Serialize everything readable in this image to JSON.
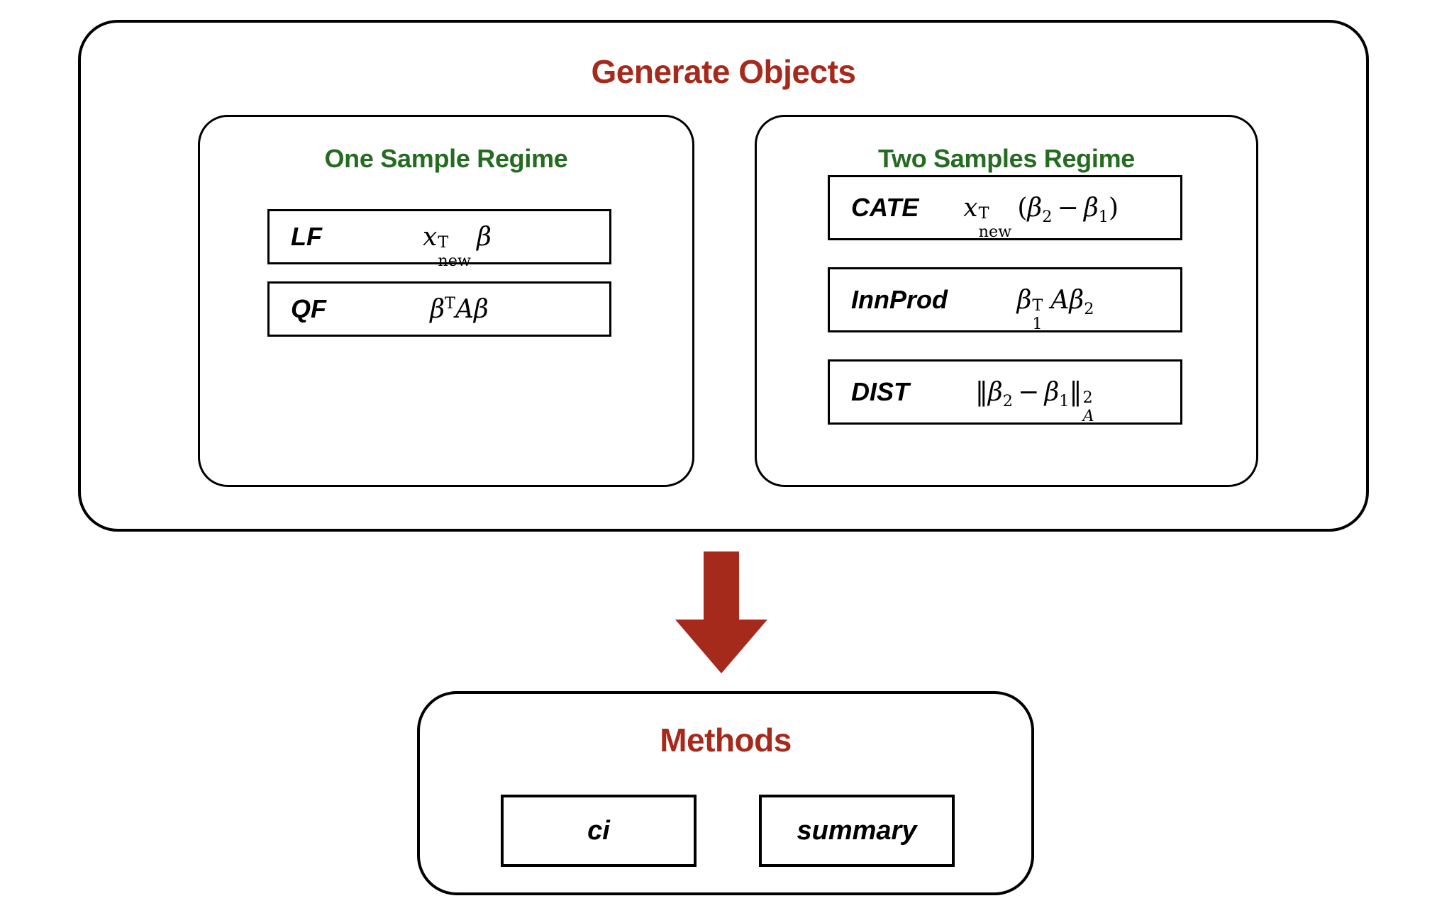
{
  "diagram": {
    "title": "Generate Objects Diagram",
    "colors": {
      "title_red": "#a62a1c",
      "regime_green": "#266b22",
      "outline_black": "#000000",
      "arrow_red": "#a62a1c",
      "background": "#ffffff"
    }
  },
  "generate_objects": {
    "title": "Generate Objects",
    "regimes": [
      {
        "title": "One Sample Regime",
        "items": [
          {
            "label": "LF",
            "formula": "x_new^T beta"
          },
          {
            "label": "QF",
            "formula": "beta^T A beta"
          }
        ]
      },
      {
        "title": "Two Samples Regime",
        "items": [
          {
            "label": "CATE",
            "formula": "x_new^T (beta_2 - beta_1)"
          },
          {
            "label": "InnProd",
            "formula": "beta_1^T A beta_2"
          },
          {
            "label": "DIST",
            "formula": "||beta_2 - beta_1||_A^2"
          }
        ]
      }
    ]
  },
  "arrow": {
    "name": "down-arrow",
    "direction": "down",
    "color": "#a62a1c"
  },
  "methods": {
    "title": "Methods",
    "items": [
      {
        "label": "ci"
      },
      {
        "label": "summary"
      }
    ]
  }
}
